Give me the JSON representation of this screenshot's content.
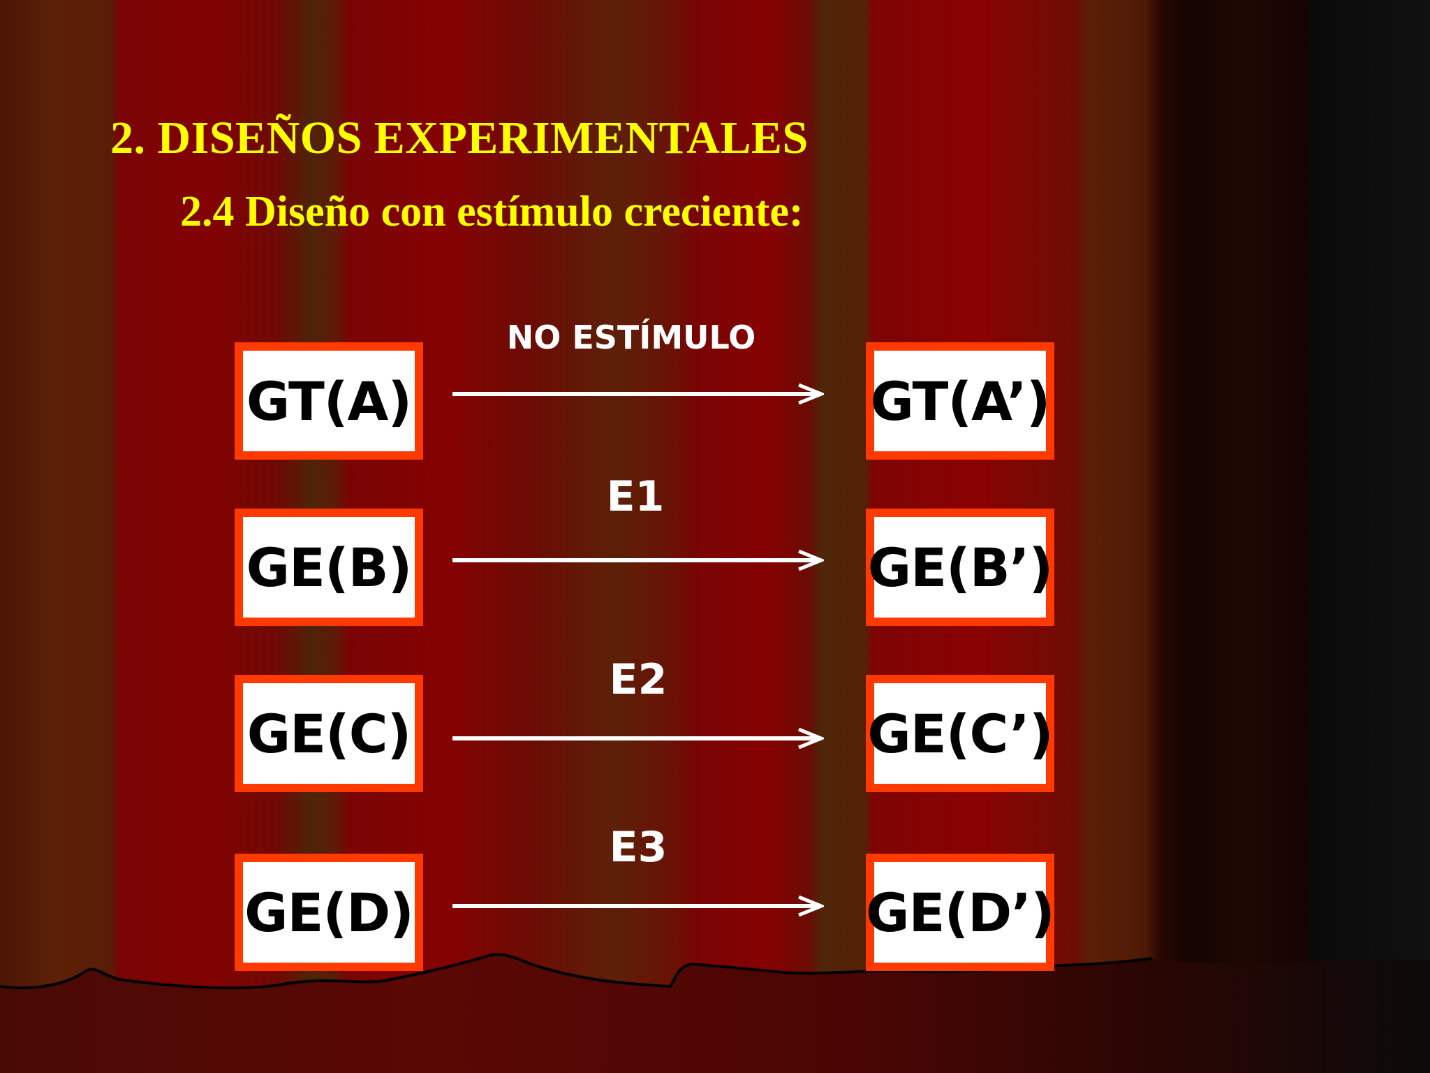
{
  "slide": {
    "title": "2. DISEÑOS EXPERIMENTALES",
    "subtitle": "2.4 Diseño con estímulo creciente:"
  },
  "diagram": {
    "rows": [
      {
        "from": "GT(A)",
        "stimulus": "NO ESTÍMULO",
        "to": "GT(A’)"
      },
      {
        "from": "GE(B)",
        "stimulus": "E1",
        "to": "GE(B’)"
      },
      {
        "from": "GE(C)",
        "stimulus": "E2",
        "to": "GE(C’)"
      },
      {
        "from": "GE(D)",
        "stimulus": "E3",
        "to": "GE(D’)"
      }
    ]
  },
  "colors": {
    "title": "#ffff00",
    "box_border": "#ff3a00",
    "box_fill": "#ffffff",
    "arrow": "#ffffff",
    "curtain_red": "#820202"
  }
}
